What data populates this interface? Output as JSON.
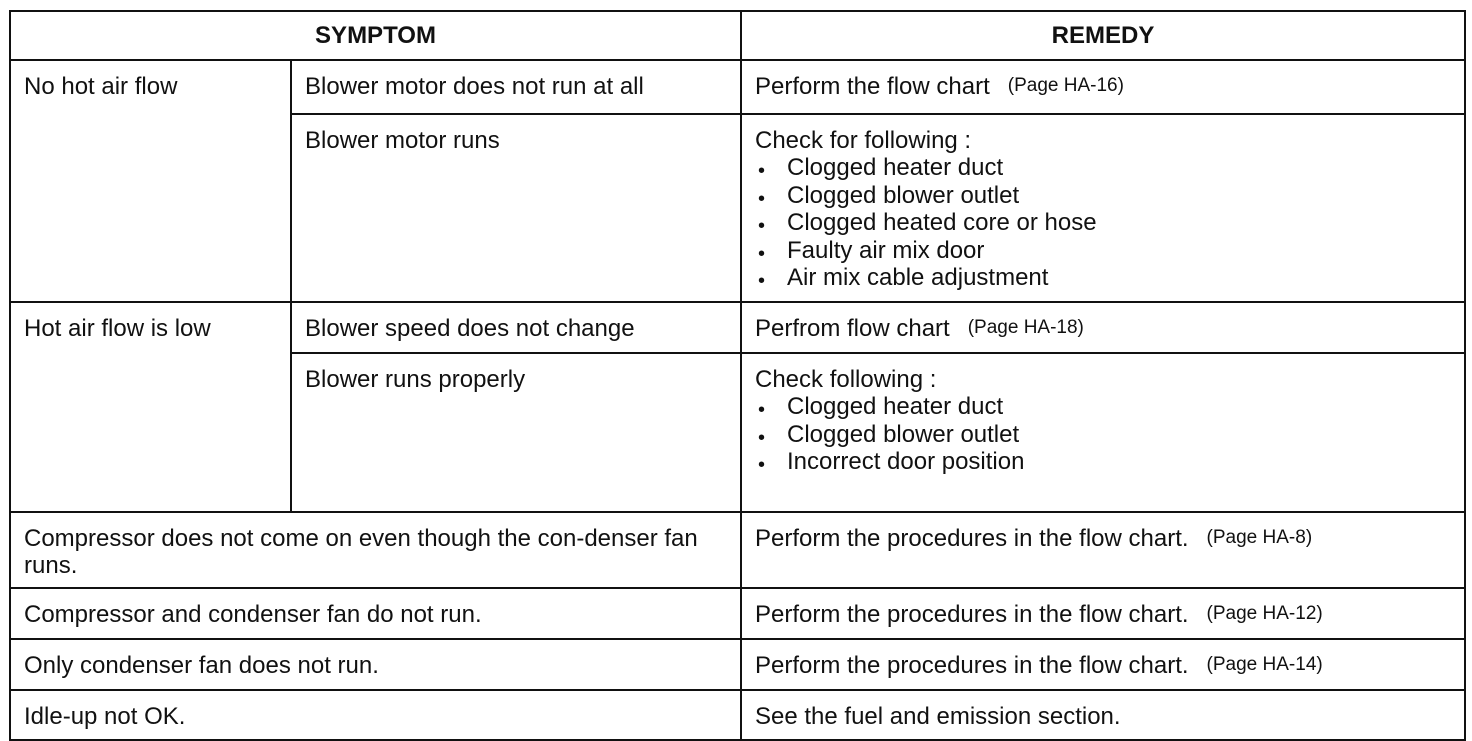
{
  "headers": {
    "symptom": "SYMPTOM",
    "remedy": "REMEDY"
  },
  "groups": [
    {
      "symptom": "No hot air flow",
      "rows": [
        {
          "condition": "Blower motor does not run at all",
          "remedy": "Perform the flow chart",
          "page": "(Page HA-16)"
        },
        {
          "condition": "Blower motor runs",
          "remedy": "Check for following :",
          "checks": [
            "Clogged heater duct",
            "Clogged blower outlet",
            "Clogged heated core or hose",
            "Faulty air mix door",
            "Air mix cable adjustment"
          ]
        }
      ]
    },
    {
      "symptom": "Hot air flow is low",
      "rows": [
        {
          "condition": "Blower speed does not change",
          "remedy": "Perfrom flow chart",
          "page": "(Page HA-18)"
        },
        {
          "condition": "Blower runs properly",
          "remedy": "Check following :",
          "checks": [
            "Clogged heater duct",
            "Clogged blower outlet",
            "Incorrect door position"
          ]
        }
      ]
    }
  ],
  "simple_rows": [
    {
      "symptom": "Compressor does not come on even though the con-denser fan runs.",
      "remedy": "Perform the procedures in the flow chart.",
      "page": "(Page HA-8)"
    },
    {
      "symptom": "Compressor and condenser fan do not run.",
      "remedy": "Perform the procedures in the flow chart.",
      "page": "(Page HA-12)"
    },
    {
      "symptom": "Only condenser fan does not run.",
      "remedy": "Perform the procedures in the flow chart.",
      "page": "(Page HA-14)"
    },
    {
      "symptom": "Idle-up not OK.",
      "remedy": "See the fuel and emission section.",
      "page": ""
    }
  ],
  "bullet_glyph": "•"
}
